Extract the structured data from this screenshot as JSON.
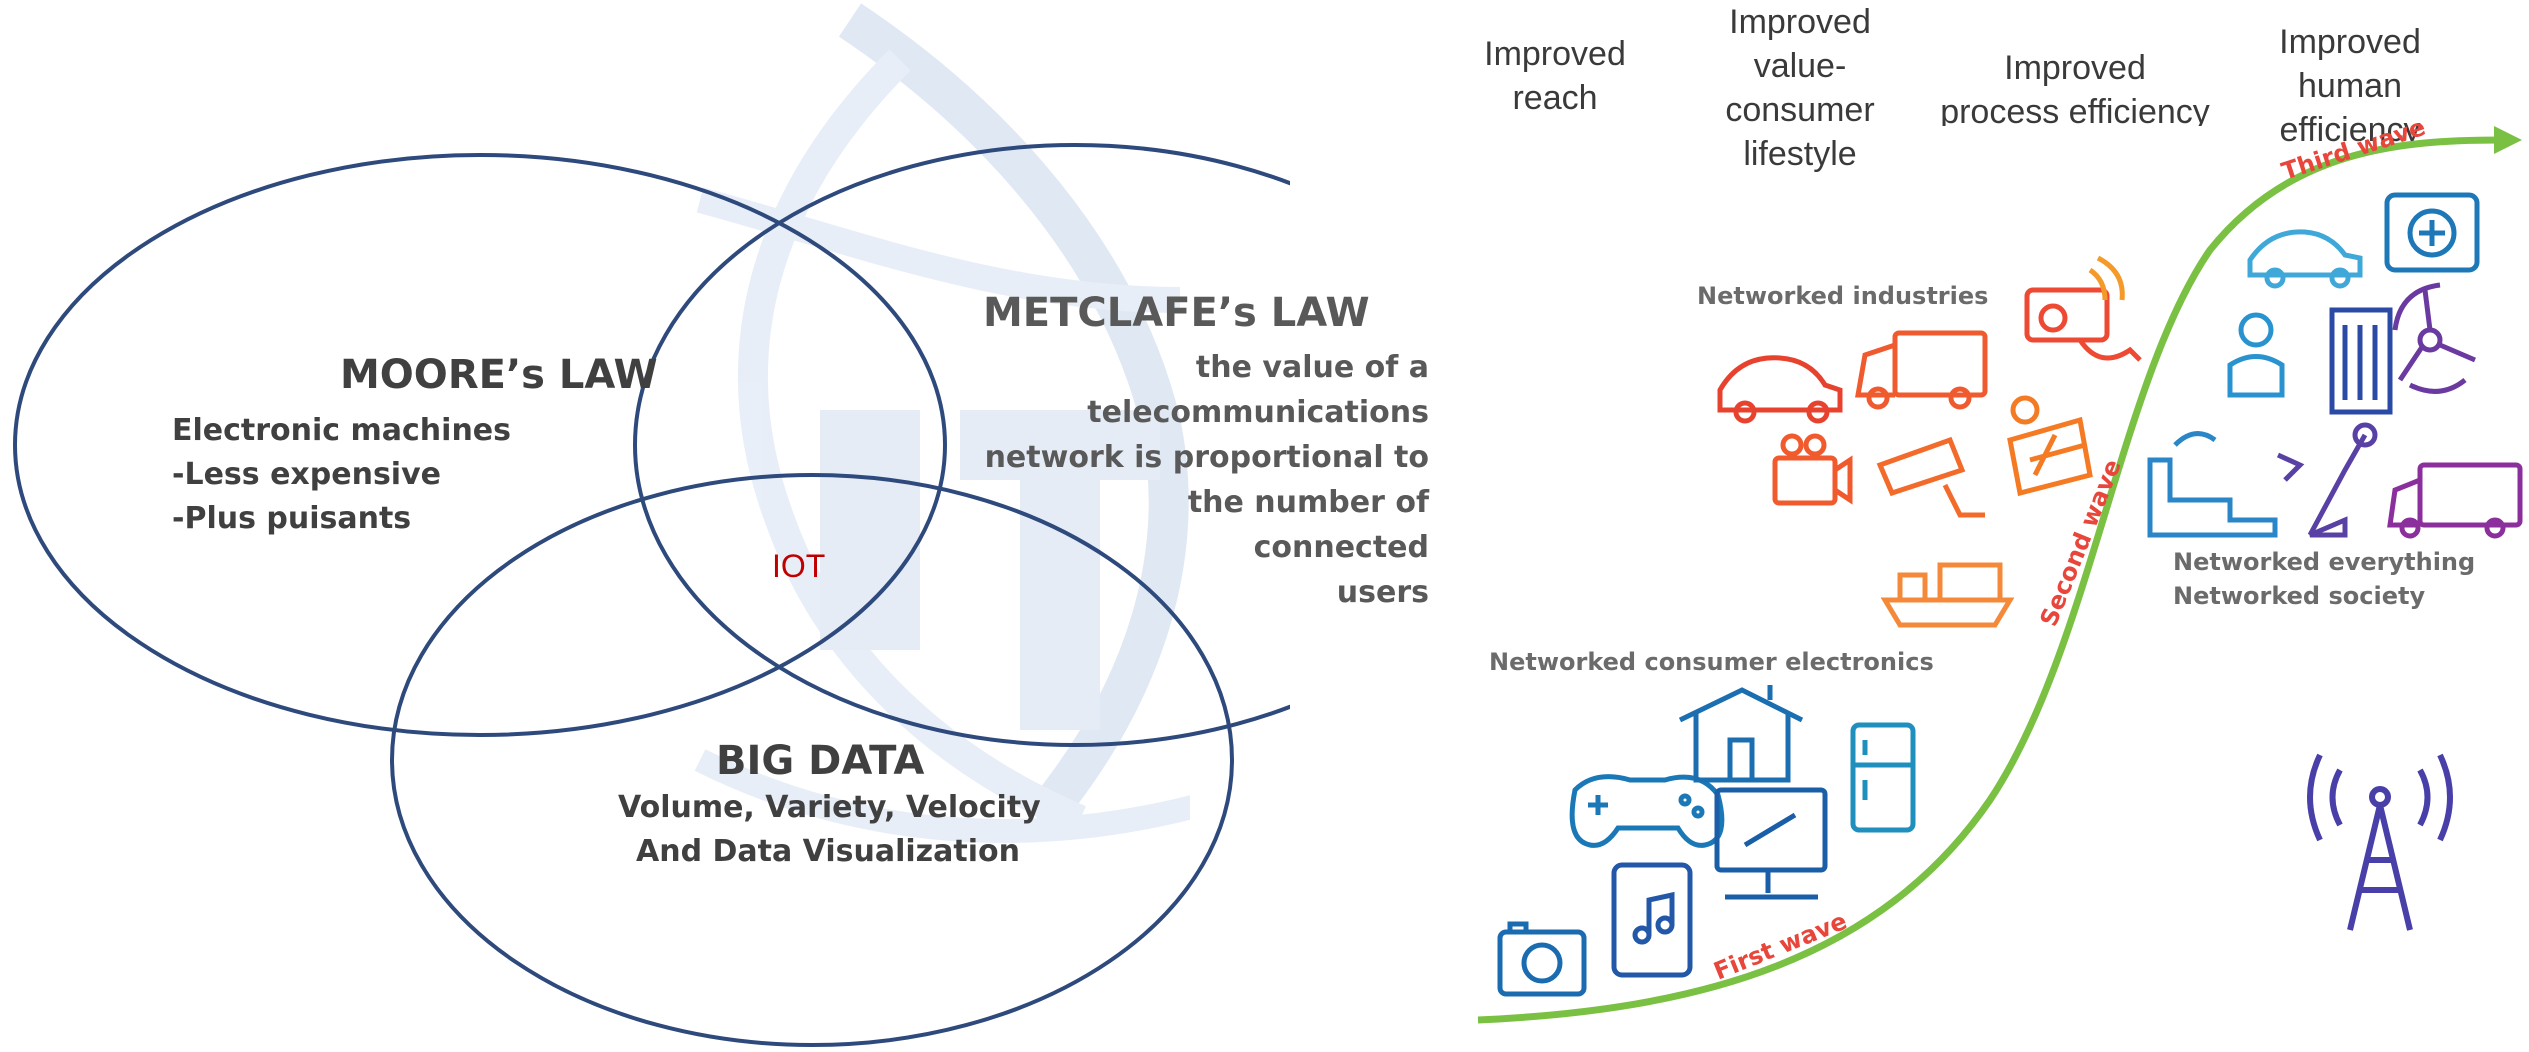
{
  "venn": {
    "moore": {
      "title": "MOORE’s LAW",
      "lines": [
        "Electronic machines",
        "-Less expensive",
        "-Plus puisants"
      ]
    },
    "metcalfe": {
      "title": "METCLAFE’s LAW",
      "lines": [
        "the value of a",
        "telecommunications",
        "network is proportional to",
        "the number of",
        "connected",
        "users"
      ]
    },
    "bigdata": {
      "title": "BIG DATA",
      "lines": [
        "Volume, Variety, Velocity",
        "And Data Visualization"
      ]
    },
    "center_label": "IOT"
  },
  "evolution": {
    "headers": [
      "Improved reach",
      "Improved value-consumer lifestyle",
      "Improved process efficiency",
      "Improved human efficiency"
    ],
    "groups": {
      "consumer": "Networked consumer electronics",
      "industries": "Networked industries",
      "everything": [
        "Networked everything",
        "Networked society"
      ]
    },
    "waves": {
      "first": "First wave",
      "second": "Second wave",
      "third": "Third wave"
    }
  },
  "colors": {
    "circle": "#2e4a7d",
    "text": "#404040",
    "iot": "#c00000",
    "wave_curve": "#7ac143",
    "wave_label": "#e8463a",
    "watermark": "#dde6f3"
  }
}
